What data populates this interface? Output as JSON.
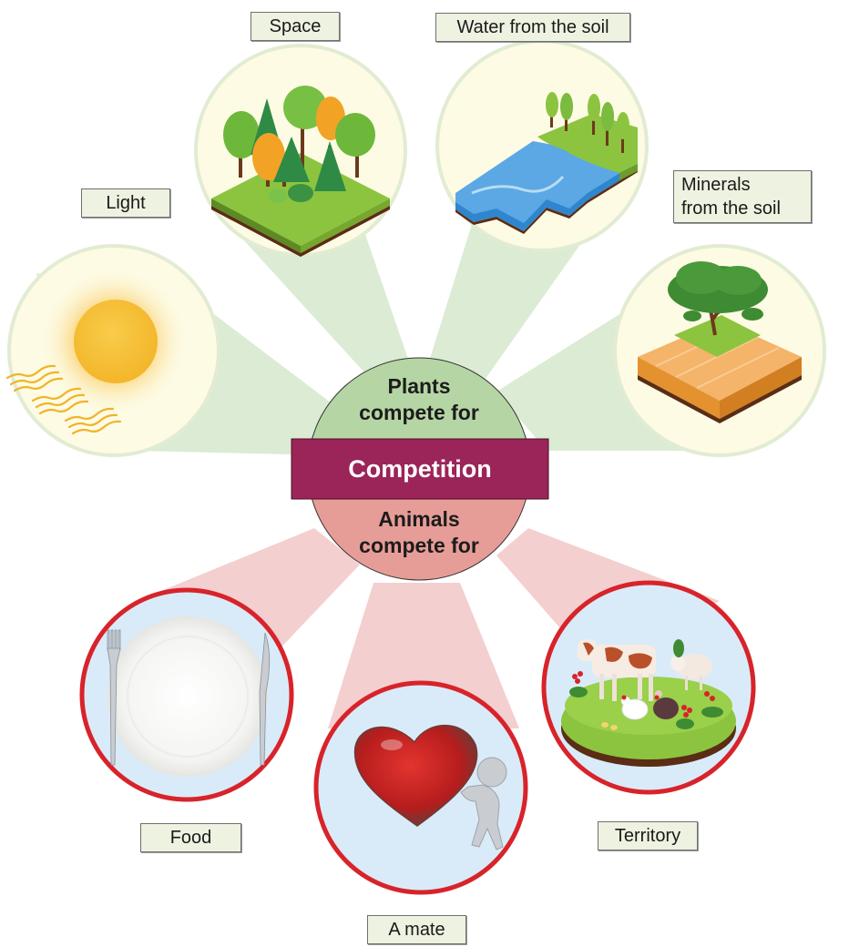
{
  "title": "Competition",
  "center": {
    "banner_label": "Competition",
    "plants_label_line1": "Plants",
    "plants_label_line2": "compete for",
    "animals_label_line1": "Animals",
    "animals_label_line2": "compete for"
  },
  "plants": {
    "items": [
      {
        "label": "Light",
        "icon": "sun-icon"
      },
      {
        "label": "Space",
        "icon": "forest-icon"
      },
      {
        "label": "Water from the soil",
        "icon": "water-stream-icon"
      },
      {
        "label_line1": "Minerals",
        "label_line2": "from the soil",
        "icon": "tree-on-soil-icon"
      }
    ]
  },
  "animals": {
    "items": [
      {
        "label": "Food",
        "icon": "plate-cutlery-icon"
      },
      {
        "label": "A mate",
        "icon": "heart-person-icon"
      },
      {
        "label": "Territory",
        "icon": "farm-animals-icon"
      }
    ]
  },
  "colors": {
    "banner": "#9b2458",
    "plants_half": "#b5d6a4",
    "animals_half": "#e79d97",
    "plant_beam": "#dcebd4",
    "animal_beam": "#f4cfcf",
    "plant_circle_fill": "#fdfbe4",
    "animal_circle_fill": "#d9ebf8",
    "animal_circle_border": "#d8232a",
    "label_bg": "#eef2e0"
  }
}
